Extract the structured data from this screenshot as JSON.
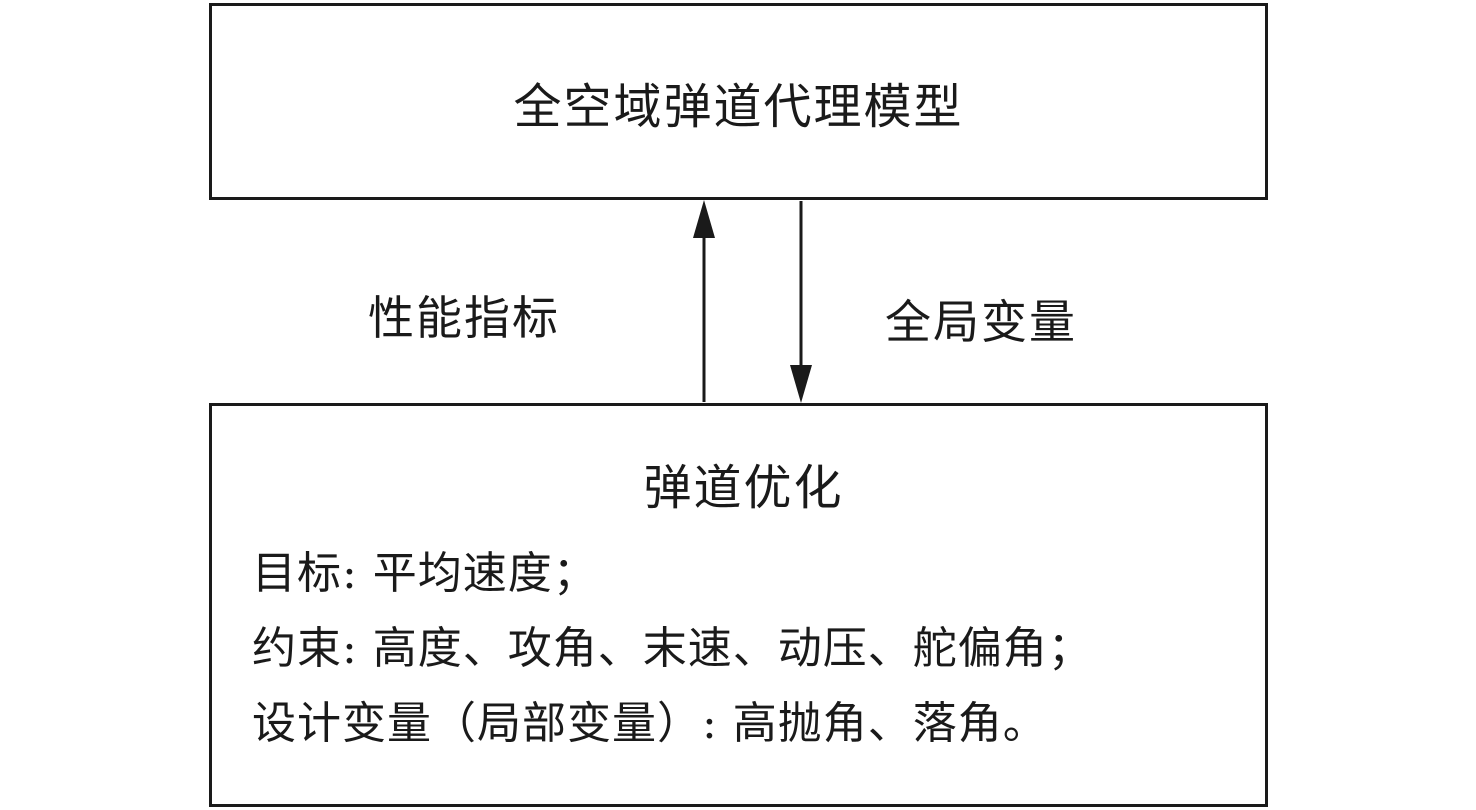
{
  "diagram": {
    "top_box": {
      "title": "全空域弹道代理模型"
    },
    "bottom_box": {
      "title": "弹道优化",
      "lines": [
        "目标: 平均速度；",
        "约束: 高度、攻角、末速、动压、舵偏角；",
        "设计变量（局部变量）: 高抛角、落角。"
      ]
    },
    "arrows": {
      "up_label": "性能指标",
      "down_label": "全局变量"
    },
    "colors": {
      "border": "#1a1a1a",
      "text": "#1a1a1a",
      "background": "#ffffff"
    }
  }
}
